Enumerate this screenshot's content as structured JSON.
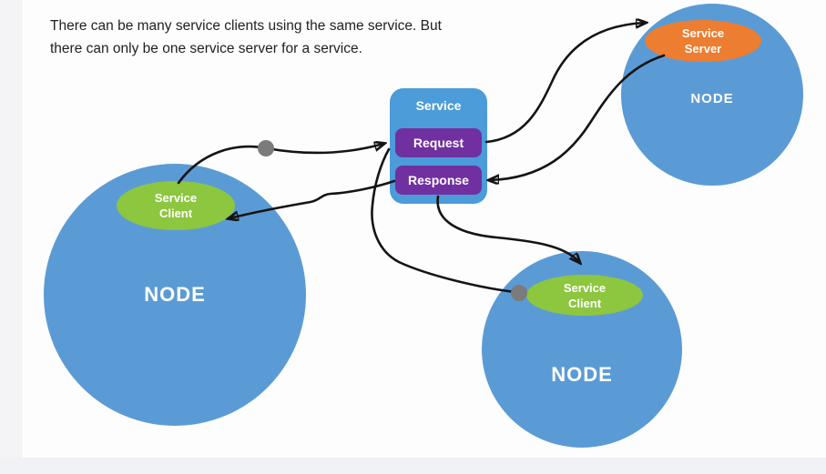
{
  "caption": {
    "line1": "There can be many service clients using the same service. But",
    "line2": "there can only be one service server for a service."
  },
  "service": {
    "title": "Service",
    "request_label": "Request",
    "response_label": "Response"
  },
  "nodes": {
    "left": {
      "label": "NODE",
      "badge_line1": "Service",
      "badge_line2": "Client"
    },
    "bottom": {
      "label": "NODE",
      "badge_line1": "Service",
      "badge_line2": "Client"
    },
    "top_right": {
      "label": "NODE",
      "badge_line1": "Service",
      "badge_line2": "Server"
    }
  },
  "colors": {
    "node_blue": "#5b9bd5",
    "service_box_blue": "#4b9cd8",
    "client_green": "#8dc63f",
    "server_orange": "#ed7d31",
    "request_response_purple": "#7030a0",
    "arrow_black": "#141414",
    "connection_dot_gray": "#7b7b7b",
    "left_strip": "#f4f4f6",
    "bottom_strip": "#f1f2f5"
  }
}
